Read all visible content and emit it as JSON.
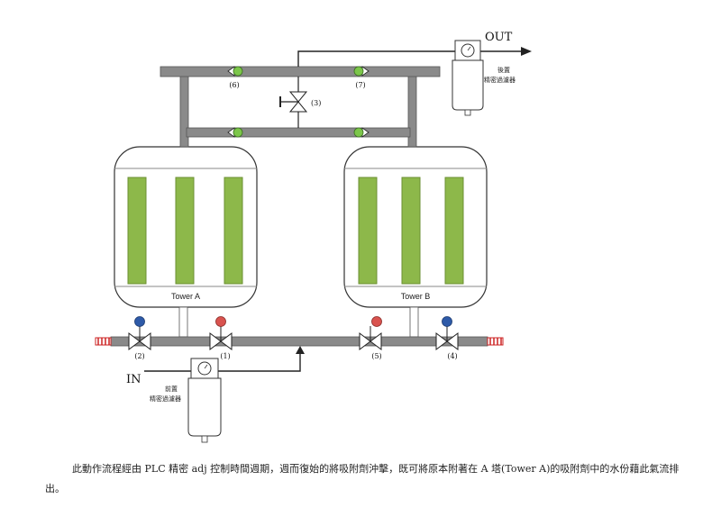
{
  "labels": {
    "out": "OUT",
    "in": "IN",
    "tower_a": "Tower A",
    "tower_b": "Tower B",
    "v1": "(1)",
    "v2": "(2)",
    "v3": "(3)",
    "v4": "(4)",
    "v5": "(5)",
    "v6": "(6)",
    "v7": "(7)",
    "post_filter_line1": "後置",
    "post_filter_line2": "精密過濾器",
    "pre_filter_line1": "前置",
    "pre_filter_line2": "精密過濾器"
  },
  "caption": "此動作流程經由 PLC 精密 adj 控制時間週期，週而復始的將吸附劑沖擊，既可將原本附著在 A 塔(Tower A)的吸附劑中的水份藉此氣流排出。",
  "colors": {
    "pipe": "#8a8a8a",
    "desiccant": "#8db84a",
    "check_valve": "#7cc64a",
    "valve_red": "#d9534f",
    "valve_blue": "#2e5aa8",
    "muffler": "#cc2222"
  }
}
